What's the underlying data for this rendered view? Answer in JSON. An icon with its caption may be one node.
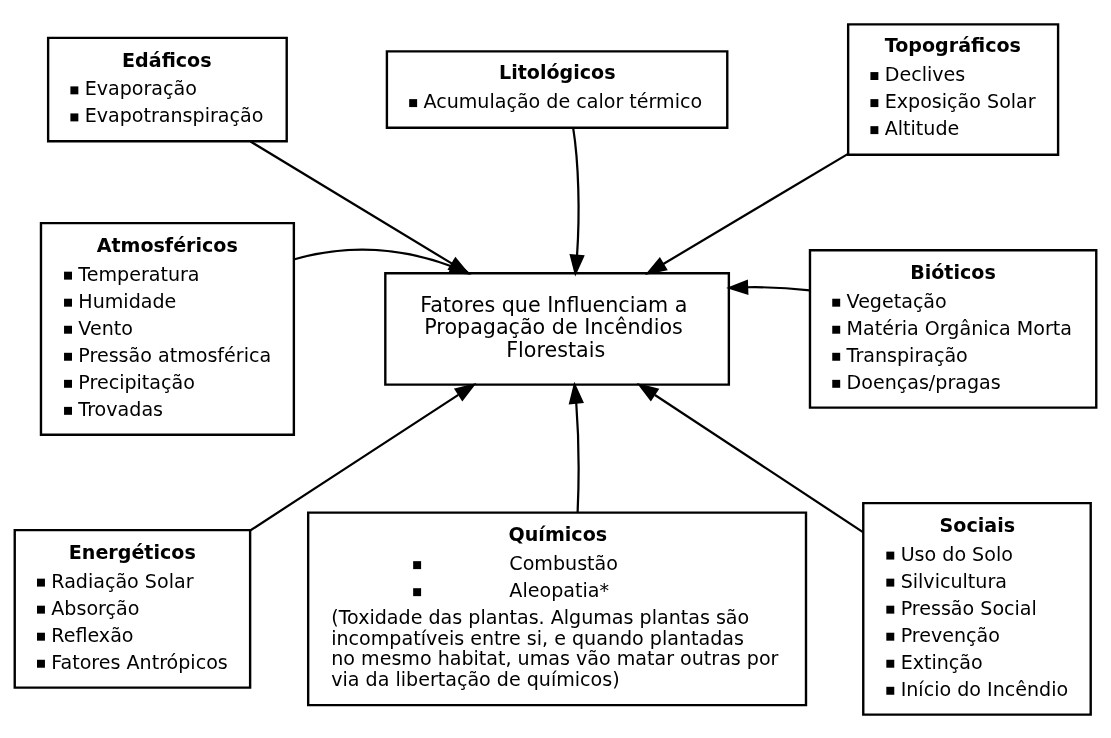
{
  "diagram": {
    "nodes": [
      {
        "text": [
          "Edáficos",
          "Evaporação",
          "Evapotranspiração"
        ]
      },
      {
        "text": [
          "Litológicos",
          "Acumulação de calor térmico"
        ]
      },
      {
        "text": [
          "Topográficos",
          "Declives",
          "Exposição Solar",
          "Altitude"
        ]
      },
      {
        "text": [
          "Atmosféricos",
          "Temperatura",
          "Humidade",
          "Vento",
          "Pressão atmosférica",
          "Precipitação",
          "Trovadas"
        ]
      },
      {
        "text": [
          "Fatores que Influenciam a Propagação de Incêndios Florestais"
        ]
      },
      {
        "text": [
          "Bióticos",
          "Vegetação",
          "Matéria Orgânica Morta",
          "Transpiração",
          "Doenças/pragas"
        ]
      },
      {
        "text": [
          "Energéticos",
          "Radiação Solar",
          "Absorção",
          "Reflexão",
          "Fatores Antrópicos"
        ]
      },
      {
        "text": [
          "Químicos",
          "Combustão",
          "Aleopatia*",
          "(Toxidade das plantas. Algumas plantas são incompatíveis entre si, e quando plantadas no mesmo habitat, umas vão matar outras por via da libertação de químicos)"
        ]
      },
      {
        "text": [
          "Sociais",
          "Uso do Solo",
          "Silvicultura",
          "Pressão Social",
          "Prevenção",
          "Extinção",
          "Início do Incêndio"
        ]
      }
    ],
    "edges": [
      {
        "from": 0,
        "to": 4,
        "arrow": "to"
      },
      {
        "from": 1,
        "to": 4,
        "arrow": "to"
      },
      {
        "from": 2,
        "to": 4,
        "arrow": "to"
      },
      {
        "from": 3,
        "to": 4,
        "arrow": "to"
      },
      {
        "from": 5,
        "to": 4,
        "arrow": "to"
      },
      {
        "from": 6,
        "to": 4,
        "arrow": "to"
      },
      {
        "from": 7,
        "to": 4,
        "arrow": "to"
      },
      {
        "from": 8,
        "to": 4,
        "arrow": "to"
      }
    ]
  }
}
